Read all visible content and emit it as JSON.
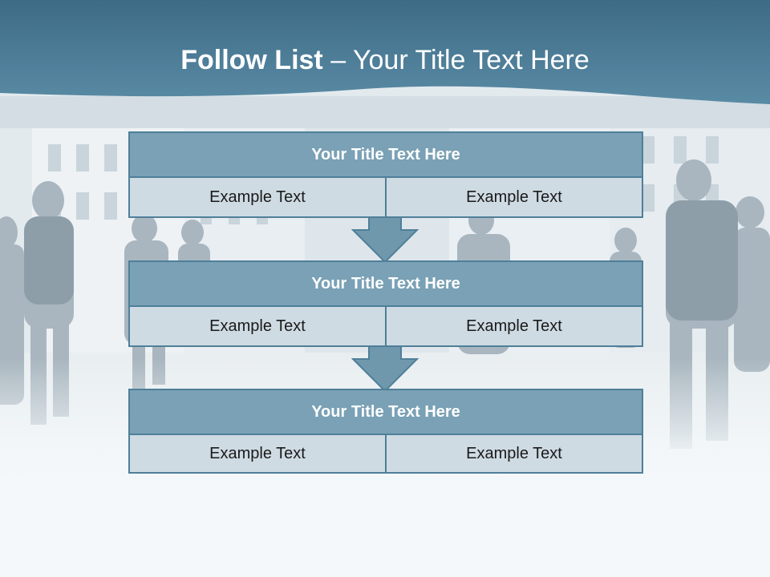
{
  "header": {
    "title_bold": "Follow List",
    "title_rest": " – Your Title Text Here"
  },
  "steps": [
    {
      "title": "Your Title Text Here",
      "left": "Example Text",
      "right": "Example Text"
    },
    {
      "title": "Your Title Text Here",
      "left": "Example Text",
      "right": "Example Text"
    },
    {
      "title": "Your Title Text Here",
      "left": "Example Text",
      "right": "Example Text"
    }
  ],
  "colors": {
    "header_band": "#45758f",
    "block_title_fill": "#7aa1b5",
    "block_border": "#4f7f99",
    "cell_fill": "#cfdbe3",
    "arrow_fill": "#6f98ad"
  }
}
